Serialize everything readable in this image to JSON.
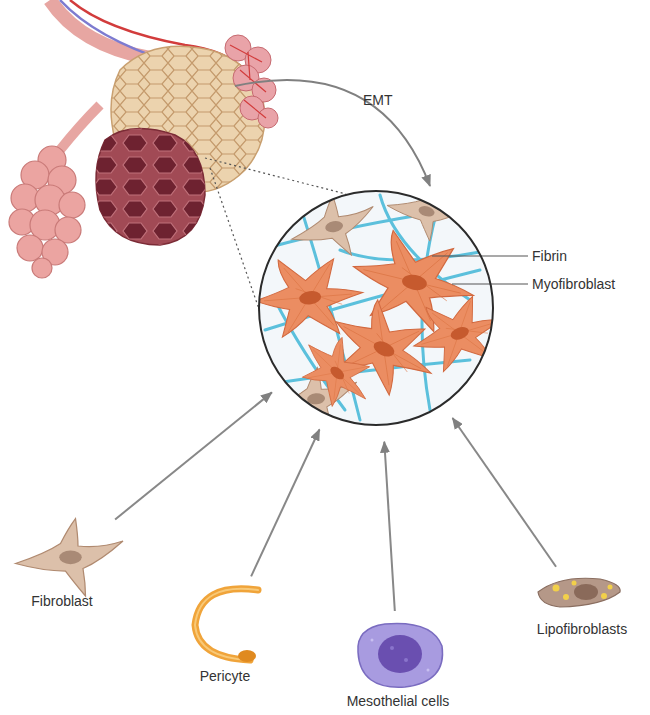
{
  "diagram": {
    "nodes": [
      {
        "text": [
          "Fibrin",
          "Myofibroblast"
        ]
      },
      {
        "text": [
          "Fibroblast"
        ]
      },
      {
        "text": [
          "Pericyte"
        ]
      },
      {
        "text": [
          "Mesothelial cells"
        ]
      },
      {
        "text": [
          "Lipofibroblasts"
        ]
      }
    ],
    "edges": [
      {
        "from": 1,
        "to": 0,
        "arrow": "to"
      },
      {
        "from": 2,
        "to": 0,
        "arrow": "to"
      },
      {
        "from": 3,
        "to": 0,
        "arrow": "to"
      },
      {
        "from": 4,
        "to": 0,
        "arrow": "to"
      }
    ],
    "labels": [
      "EMT"
    ]
  }
}
